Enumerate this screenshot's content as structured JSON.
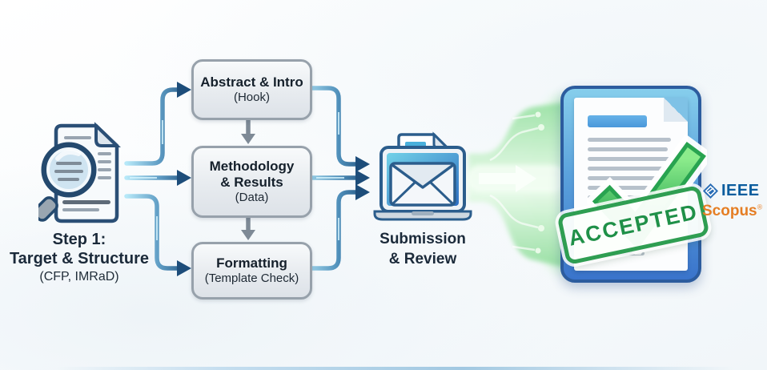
{
  "step1": {
    "line1": "Step 1:",
    "line2": "Target & Structure",
    "line3": "(CFP, IMRaD)"
  },
  "boxes": [
    {
      "lines": [
        "Abstract & Intro"
      ],
      "subtitle": "(Hook)"
    },
    {
      "lines": [
        "Methodology",
        "& Results"
      ],
      "subtitle": "(Data)"
    },
    {
      "lines": [
        "Formatting"
      ],
      "subtitle": "(Template Check)"
    }
  ],
  "submission": {
    "line1": "Submission",
    "line2": "& Review"
  },
  "stamp": {
    "label": "ACCEPTED"
  },
  "logos": {
    "ieee": "IEEE",
    "scopus": "Scopus",
    "scopus_mark": "®"
  },
  "icons": {
    "document_magnifier": "magnifier-over-document",
    "laptop_email": "laptop-with-envelope-and-paper",
    "accepted_document": "blue-document-with-green-check",
    "checkmark": "green-check",
    "ieee_diamond": "ieee-kite-diamond"
  },
  "colors": {
    "arrow_blue_dark": "#1d4d7a",
    "arrow_blue_light": "#b6e8f8",
    "arrow_gray": "#7e8a96",
    "box_border": "#97a1ab",
    "stream_green": "#9ce2a6",
    "stamp_green": "#2f9e52",
    "ieee_blue": "#0b5d9e",
    "scopus_orange": "#e57e24",
    "text_dark": "#1b2a3a"
  }
}
